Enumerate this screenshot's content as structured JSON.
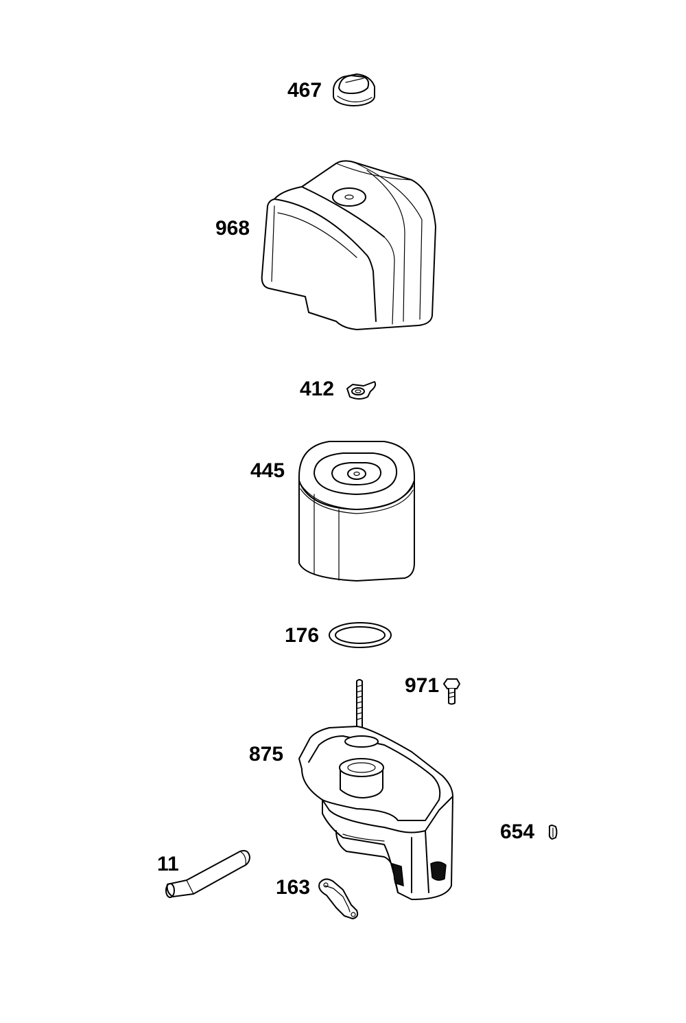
{
  "labels": {
    "p467": "467",
    "p968": "968",
    "p412": "412",
    "p445": "445",
    "p176": "176",
    "p971": "971",
    "p875": "875",
    "p654": "654",
    "p11": "11",
    "p163": "163"
  },
  "colors": {
    "line": "#000000",
    "background": "#ffffff"
  }
}
